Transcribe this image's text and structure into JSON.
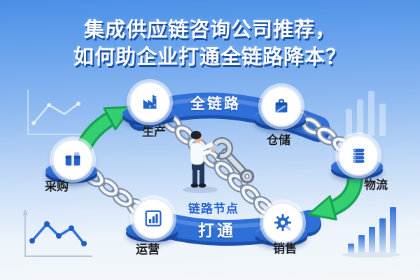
{
  "title": {
    "line1": "集成供应链咨询公司推荐，",
    "line2": "如何助企业打通全链路降本？"
  },
  "loop": {
    "top_banner": "全链路",
    "bottom_banner": "打通",
    "center_label": "链路节点"
  },
  "nodes": [
    {
      "id": "production",
      "label": "生产",
      "icon": "factory-icon"
    },
    {
      "id": "warehousing",
      "label": "仓储",
      "icon": "storage-box-icon"
    },
    {
      "id": "logistics",
      "label": "物流",
      "icon": "goods-stack-icon"
    },
    {
      "id": "sales",
      "label": "销售",
      "icon": "gear-icon"
    },
    {
      "id": "operations",
      "label": "运营",
      "icon": "bar-chart-icon"
    },
    {
      "id": "procurement",
      "label": "采购",
      "icon": "package-icon"
    }
  ],
  "colors": {
    "ribbon_blue": "#2e6fd8",
    "ribbon_dark": "#1c50ae",
    "arrow_green": "#33cf70",
    "arrow_green_dark": "#15a352",
    "icon_blue": "#2563c8",
    "title_shadow": "#1a4fa8",
    "center_label_blue": "#2060d0",
    "chain_outline": "#7f8fa6",
    "chain_fill": "#f4f7fb"
  }
}
